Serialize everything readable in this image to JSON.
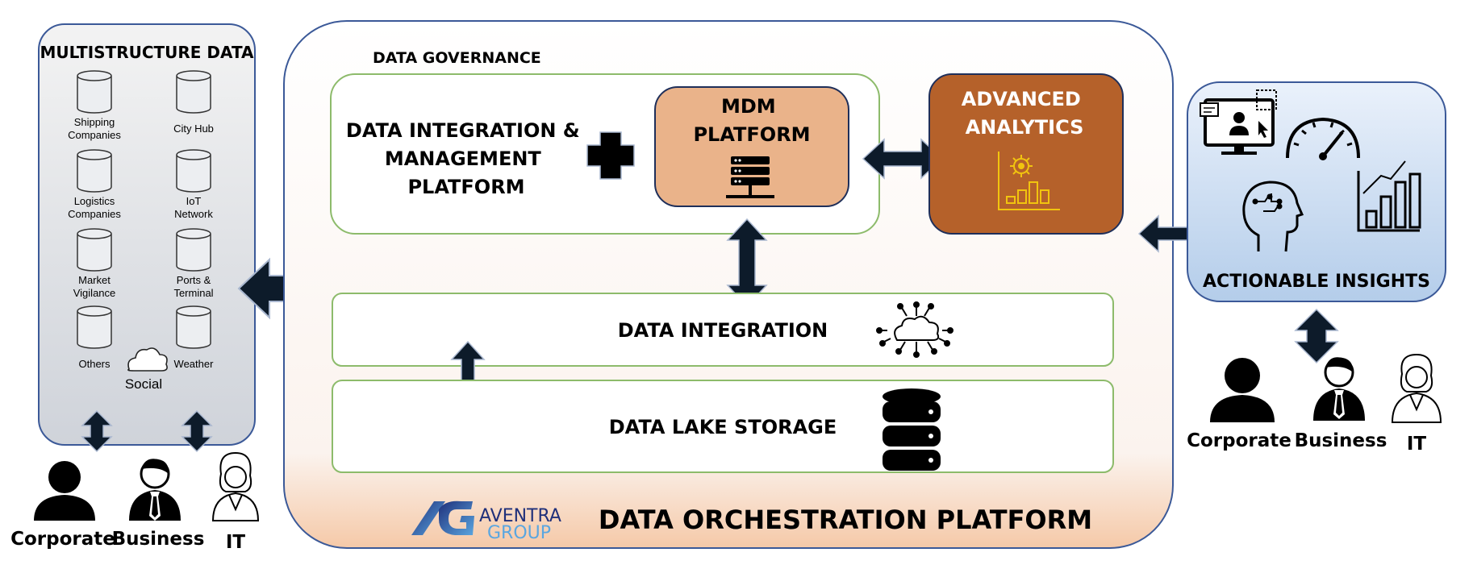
{
  "left_panel": {
    "title": "MULTISTRUCTURE DATA",
    "sources": [
      {
        "lines": [
          "Shipping",
          "Companies"
        ]
      },
      {
        "lines": [
          "City Hub"
        ]
      },
      {
        "lines": [
          "Logistics",
          "Companies"
        ]
      },
      {
        "lines": [
          "IoT",
          "Network"
        ]
      },
      {
        "lines": [
          "Market",
          "Vigilance"
        ]
      },
      {
        "lines": [
          "Ports &",
          "Terminal"
        ]
      },
      {
        "lines": [
          "Others"
        ]
      },
      {
        "lines": [
          "Weather"
        ]
      }
    ],
    "social_label": "Social"
  },
  "center": {
    "governance_title": "DATA GOVERNANCE",
    "dimp_lines": [
      "DATA INTEGRATION &",
      "MANAGEMENT",
      "PLATFORM"
    ],
    "mdm_lines": [
      "MDM",
      "PLATFORM"
    ],
    "analytics_lines": [
      "ADVANCED",
      "ANALYTICS"
    ],
    "data_integration": "DATA INTEGRATION",
    "data_lake": "DATA LAKE STORAGE",
    "footer_title": "DATA ORCHESTRATION PLATFORM",
    "logo": {
      "line1": "AVENTRA",
      "line2": "GROUP"
    }
  },
  "right_panel": {
    "title": "ACTIONABLE INSIGHTS"
  },
  "left_users": {
    "corporate": "Corporate",
    "business": "Business",
    "it": "IT"
  },
  "right_users": {
    "corporate": "Corporate",
    "business": "Business",
    "it": "IT"
  },
  "colors": {
    "arrow_fill": "#0d1b2a",
    "arrow_stroke": "#a9b7cf",
    "mdm_fill": "#eab38a",
    "analytics_fill": "#b5612a",
    "analytics_icon": "#f1c40f",
    "green_border": "#8dbb6b",
    "panel_border": "#3b5998"
  }
}
